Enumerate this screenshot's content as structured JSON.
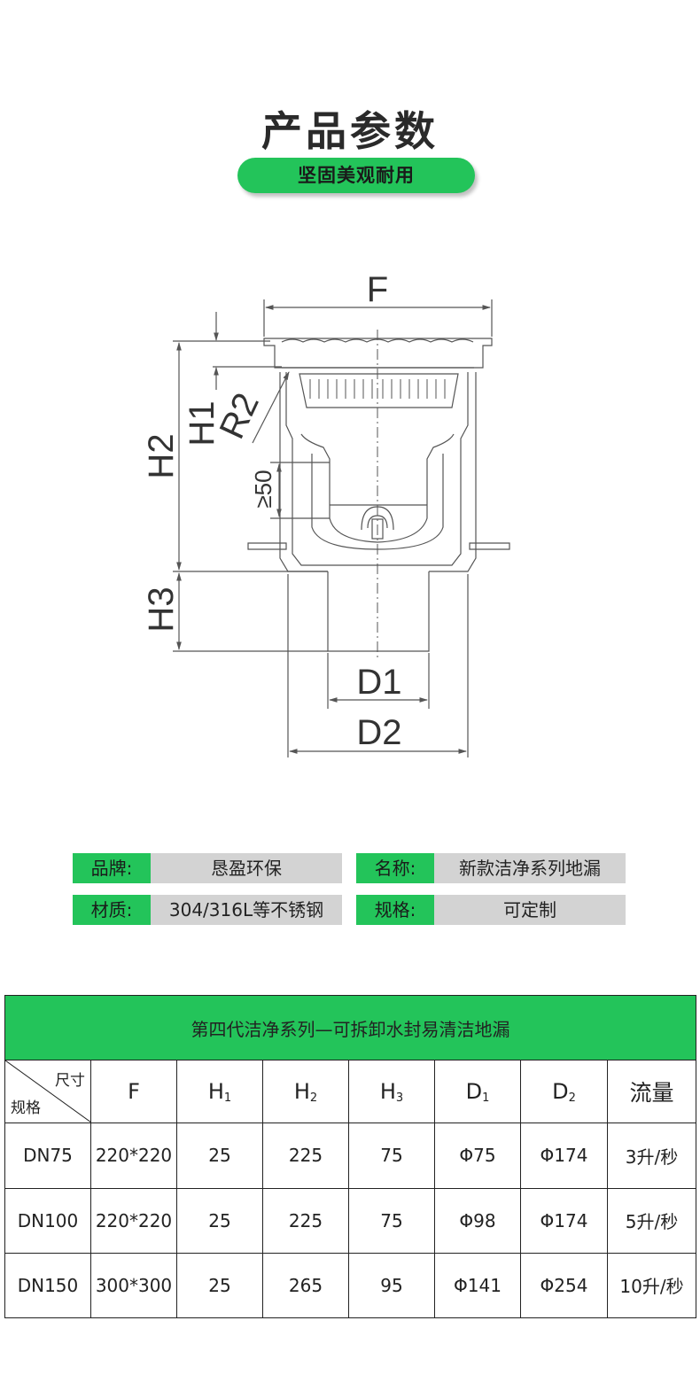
{
  "header": {
    "title": "产品参数",
    "subtitle": "坚固美观耐用"
  },
  "drawing": {
    "labels": {
      "F": "F",
      "H1": "H1",
      "R2": "R2",
      "H2": "H2",
      "ge50": "≥50",
      "H3": "H3",
      "D1": "D1",
      "D2": "D2"
    }
  },
  "specs": [
    {
      "key": "品牌:",
      "value": "恳盈环保"
    },
    {
      "key": "名称:",
      "value": "新款洁净系列地漏"
    },
    {
      "key": "材质:",
      "value": "304/316L等不锈钢"
    },
    {
      "key": "规格:",
      "value": "可定制"
    }
  ],
  "table": {
    "caption": "第四代洁净系列—可拆卸水封易清洁地漏",
    "corner_top": "尺寸",
    "corner_bottom": "规格",
    "columns": [
      {
        "main": "F",
        "sub": ""
      },
      {
        "main": "H",
        "sub": "1"
      },
      {
        "main": "H",
        "sub": "2"
      },
      {
        "main": "H",
        "sub": "3"
      },
      {
        "main": "D",
        "sub": "1"
      },
      {
        "main": "D",
        "sub": "2"
      },
      {
        "main": "流量",
        "sub": ""
      }
    ],
    "rows": [
      [
        "DN75",
        "220*220",
        "25",
        "225",
        "75",
        "Φ75",
        "Φ174",
        "3升/秒"
      ],
      [
        "DN100",
        "220*220",
        "25",
        "225",
        "75",
        "Φ98",
        "Φ174",
        "5升/秒"
      ],
      [
        "DN150",
        "300*300",
        "25",
        "265",
        "95",
        "Φ141",
        "Φ254",
        "10升/秒"
      ]
    ]
  },
  "colors": {
    "accent": "#23c45a",
    "value_bg": "#d3d3d3",
    "line": "#555555"
  }
}
